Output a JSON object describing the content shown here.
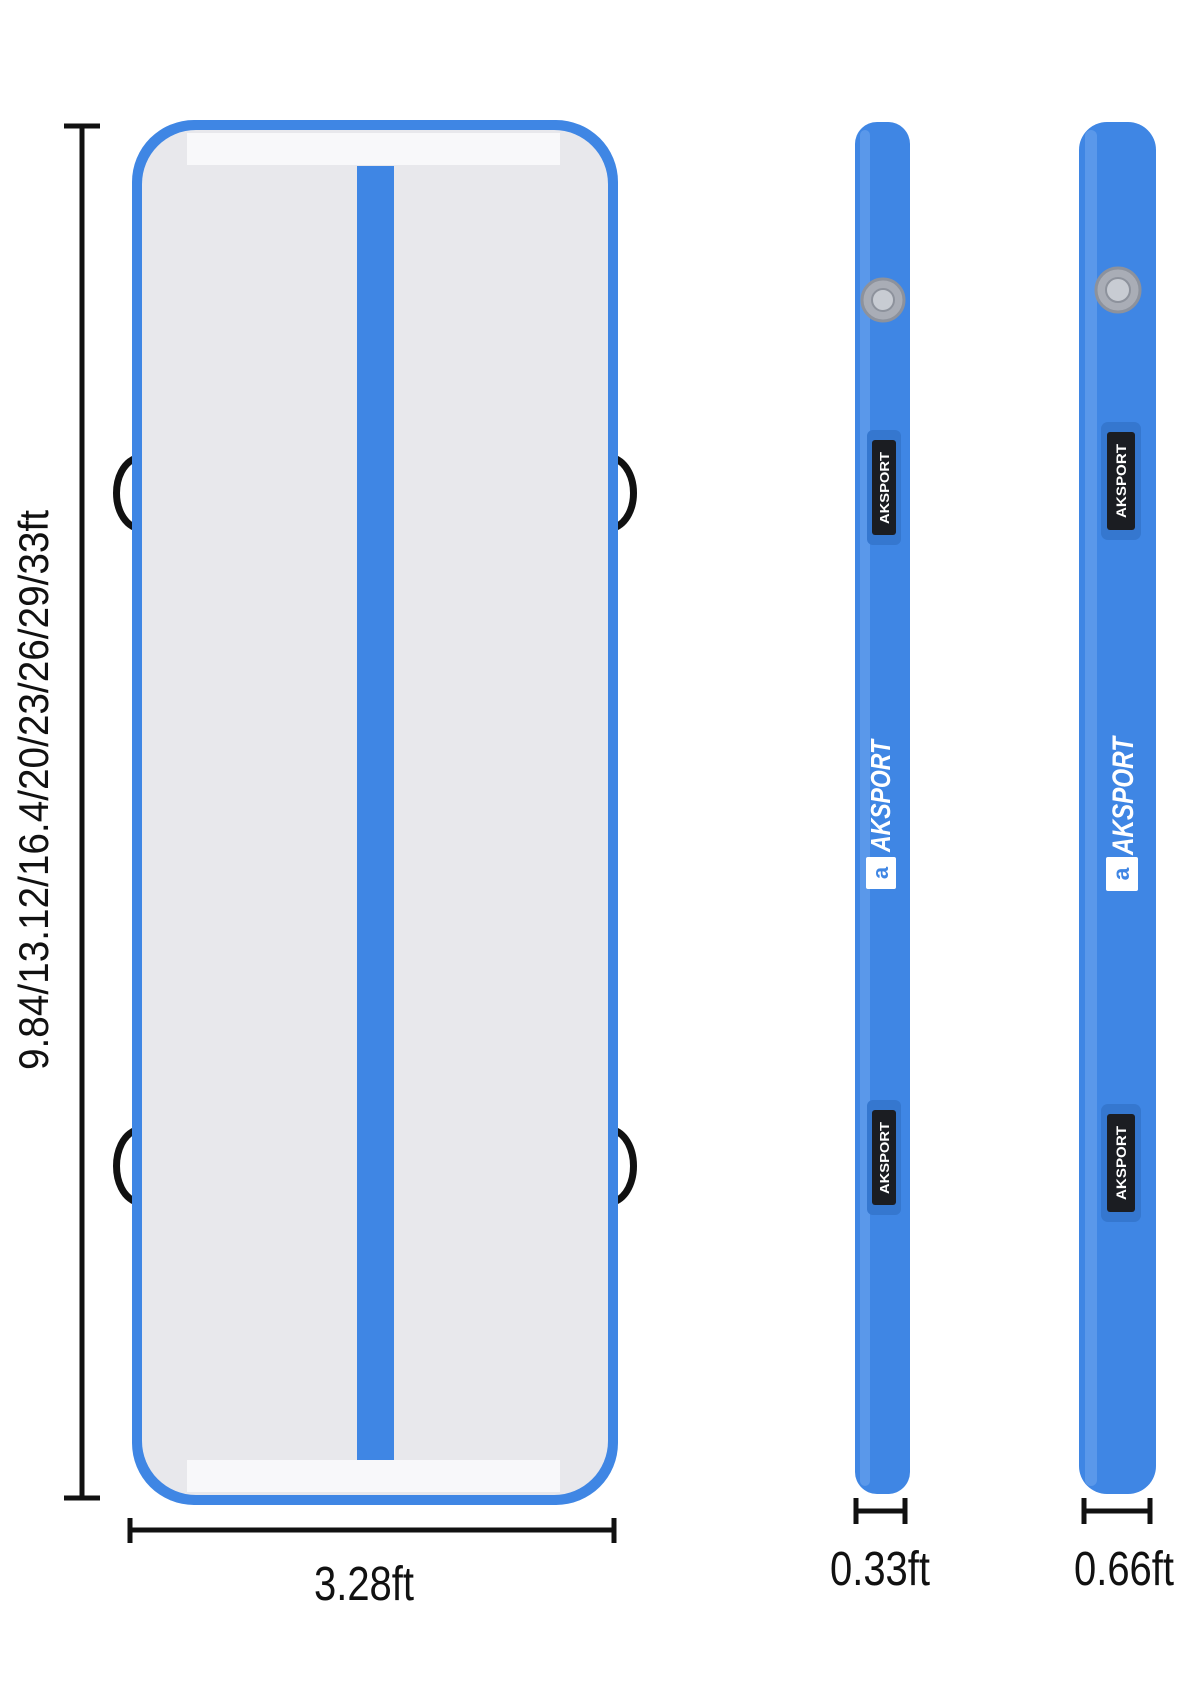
{
  "dimensions": {
    "length_label": "9.84/13.12/16.4/20/23/26/29/33ft",
    "width_label": "3.28ft",
    "thickness_small_label": "0.33ft",
    "thickness_large_label": "0.66ft"
  },
  "brand": {
    "name": "AKSPORT",
    "logo_glyph": "a"
  },
  "colors": {
    "mat_blue": "#3f86e4",
    "mat_surface": "#e8e8ec",
    "handle": "#111111",
    "dimension_line": "#111111",
    "valve": "#a9adb6",
    "label_patch": "#1b1d22"
  },
  "icons": {
    "valve": "air-valve-icon",
    "handle": "carry-handle-icon",
    "logo": "aksport-logo-icon"
  }
}
